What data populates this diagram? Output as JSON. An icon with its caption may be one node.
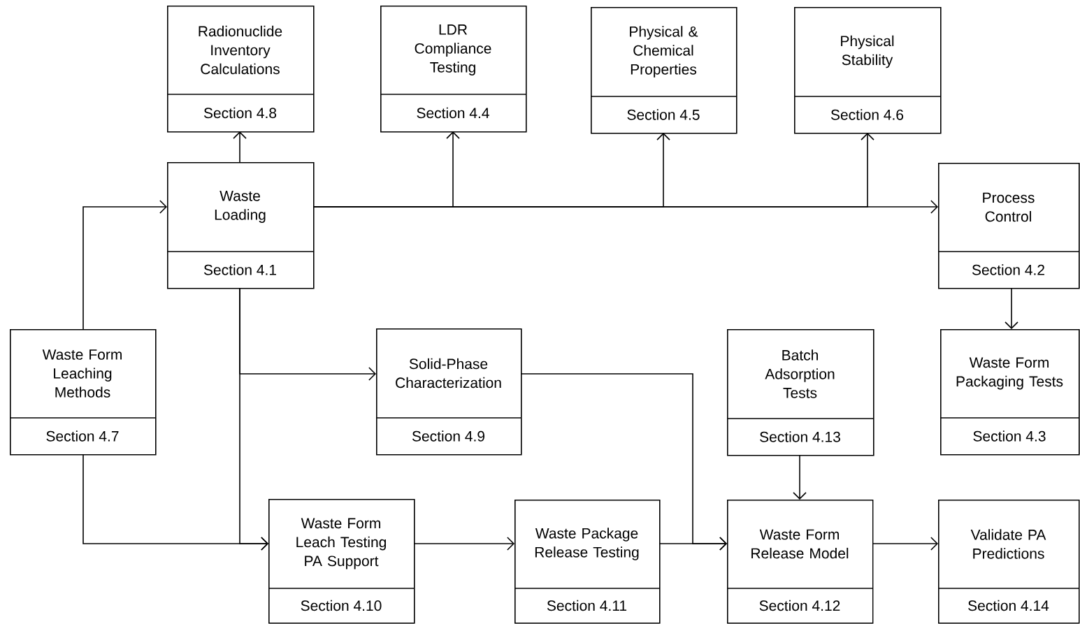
{
  "diagram": {
    "nodes": [
      {
        "text": [
          "Radionuclide Inventory Calculations",
          "Section 4.8"
        ]
      },
      {
        "text": [
          "LDR Compliance Testing",
          "Section 4.4"
        ]
      },
      {
        "text": [
          "Physical & Chemical Properties",
          "Section 4.5"
        ]
      },
      {
        "text": [
          "Physical Stability",
          "Section 4.6"
        ]
      },
      {
        "text": [
          "Waste Loading",
          "Section 4.1"
        ]
      },
      {
        "text": [
          "Process Control",
          "Section 4.2"
        ]
      },
      {
        "text": [
          "Waste Form Leaching Methods",
          "Section 4.7"
        ]
      },
      {
        "text": [
          "Solid-Phase Characterization",
          "Section 4.9"
        ]
      },
      {
        "text": [
          "Batch Adsorption Tests",
          "Section 4.13"
        ]
      },
      {
        "text": [
          "Waste Form Packaging Tests",
          "Section 4.3"
        ]
      },
      {
        "text": [
          "Waste Form Leach Testing PA Support",
          "Section 4.10"
        ]
      },
      {
        "text": [
          "Waste  Package Release Testing",
          "Section 4.11"
        ]
      },
      {
        "text": [
          "Waste Form Release Model",
          "Section 4.12"
        ]
      },
      {
        "text": [
          "Validate PA Predictions",
          "Section 4.14"
        ]
      }
    ],
    "edges": [
      {
        "from": 4,
        "to": 0,
        "arrow": "to"
      },
      {
        "from": 4,
        "to": 1,
        "arrow": "to"
      },
      {
        "from": 4,
        "to": 2,
        "arrow": "to"
      },
      {
        "from": 4,
        "to": 3,
        "arrow": "to"
      },
      {
        "from": 4,
        "to": 5,
        "arrow": "to"
      },
      {
        "from": 6,
        "to": 4,
        "arrow": "to"
      },
      {
        "from": 6,
        "to": 10,
        "arrow": "to"
      },
      {
        "from": 4,
        "to": 7,
        "arrow": "to"
      },
      {
        "from": 4,
        "to": 10,
        "arrow": "to"
      },
      {
        "from": 7,
        "to": 12,
        "arrow": "to"
      },
      {
        "from": 10,
        "to": 11,
        "arrow": "to"
      },
      {
        "from": 11,
        "to": 12,
        "arrow": "to"
      },
      {
        "from": 8,
        "to": 12,
        "arrow": "to"
      },
      {
        "from": 12,
        "to": 13,
        "arrow": "to"
      },
      {
        "from": 5,
        "to": 9,
        "arrow": "to"
      }
    ]
  }
}
